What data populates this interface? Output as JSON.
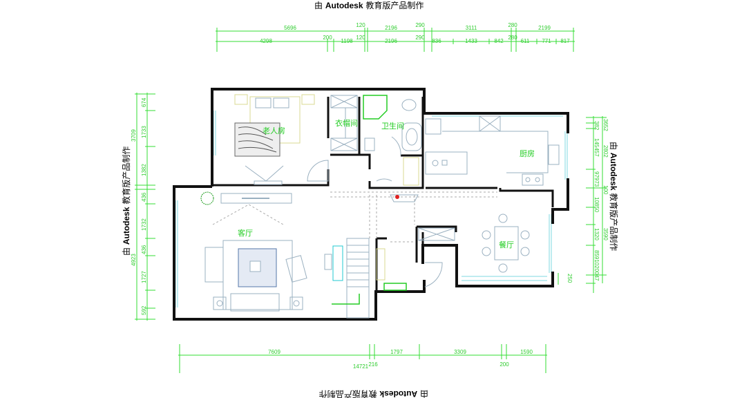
{
  "watermark": {
    "prefix": "由",
    "brand": "Autodesk",
    "suffix": "教育版产品制作"
  },
  "rooms": {
    "elder_bedroom": "老人房",
    "cloakroom": "衣帽间",
    "bathroom": "卫生间",
    "kitchen": "厨房",
    "living_room": "客厅",
    "dining_room": "餐厅"
  },
  "dimensions": {
    "top_row1": [
      "5696",
      "120",
      "2196",
      "290",
      "3111",
      "280",
      "2199"
    ],
    "top_row2": [
      "4298",
      "200",
      "1198",
      "120",
      "2196",
      "290",
      "836",
      "1433",
      "842",
      "280",
      "611",
      "771",
      "817"
    ],
    "left_outer": [
      "3709",
      "4923"
    ],
    "left_inner": [
      "674",
      "1733",
      "1382",
      "436",
      "1732",
      "436",
      "1727",
      "592"
    ],
    "right_inner": [
      "382",
      "145457",
      "97973",
      "10850",
      "1320",
      "8591020047"
    ],
    "right_outer": [
      "3652",
      "2802",
      "100",
      "3590"
    ],
    "bottom_row": [
      "7609",
      "216",
      "1797",
      "3309",
      "200",
      "1590"
    ],
    "bottom_total": "14721",
    "dining_window": "250"
  },
  "colors": {
    "dimension": "#2ecc2e",
    "wall": "#111111",
    "window": "#7fd8e0",
    "room_label": "#22cc22"
  }
}
